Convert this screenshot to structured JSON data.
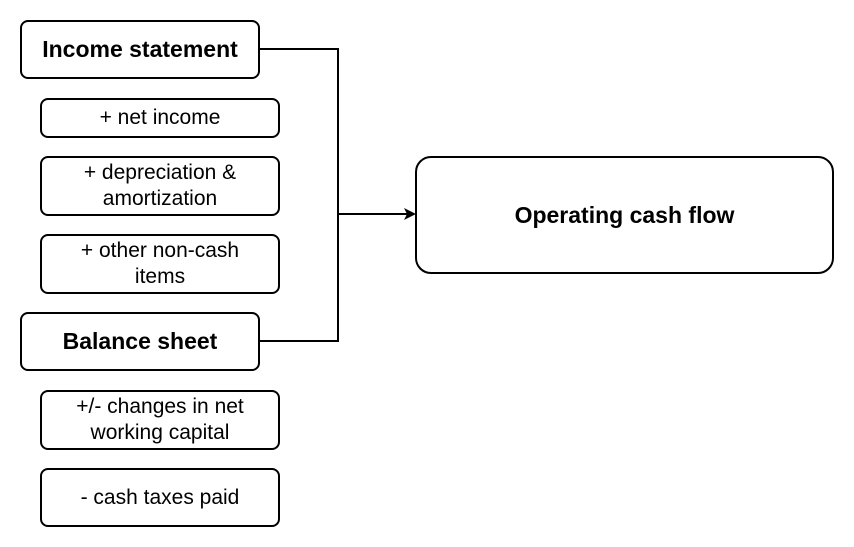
{
  "sources": [
    {
      "heading": "Income statement",
      "items": [
        "+ net income",
        "+ depreciation &\namortization",
        "+ other non-cash\nitems"
      ]
    },
    {
      "heading": "Balance sheet",
      "items": [
        "+/- changes in net\nworking capital",
        "- cash taxes paid"
      ]
    }
  ],
  "result": {
    "label": "Operating cash flow"
  },
  "colors": {
    "stroke": "#000000",
    "background": "#ffffff"
  }
}
